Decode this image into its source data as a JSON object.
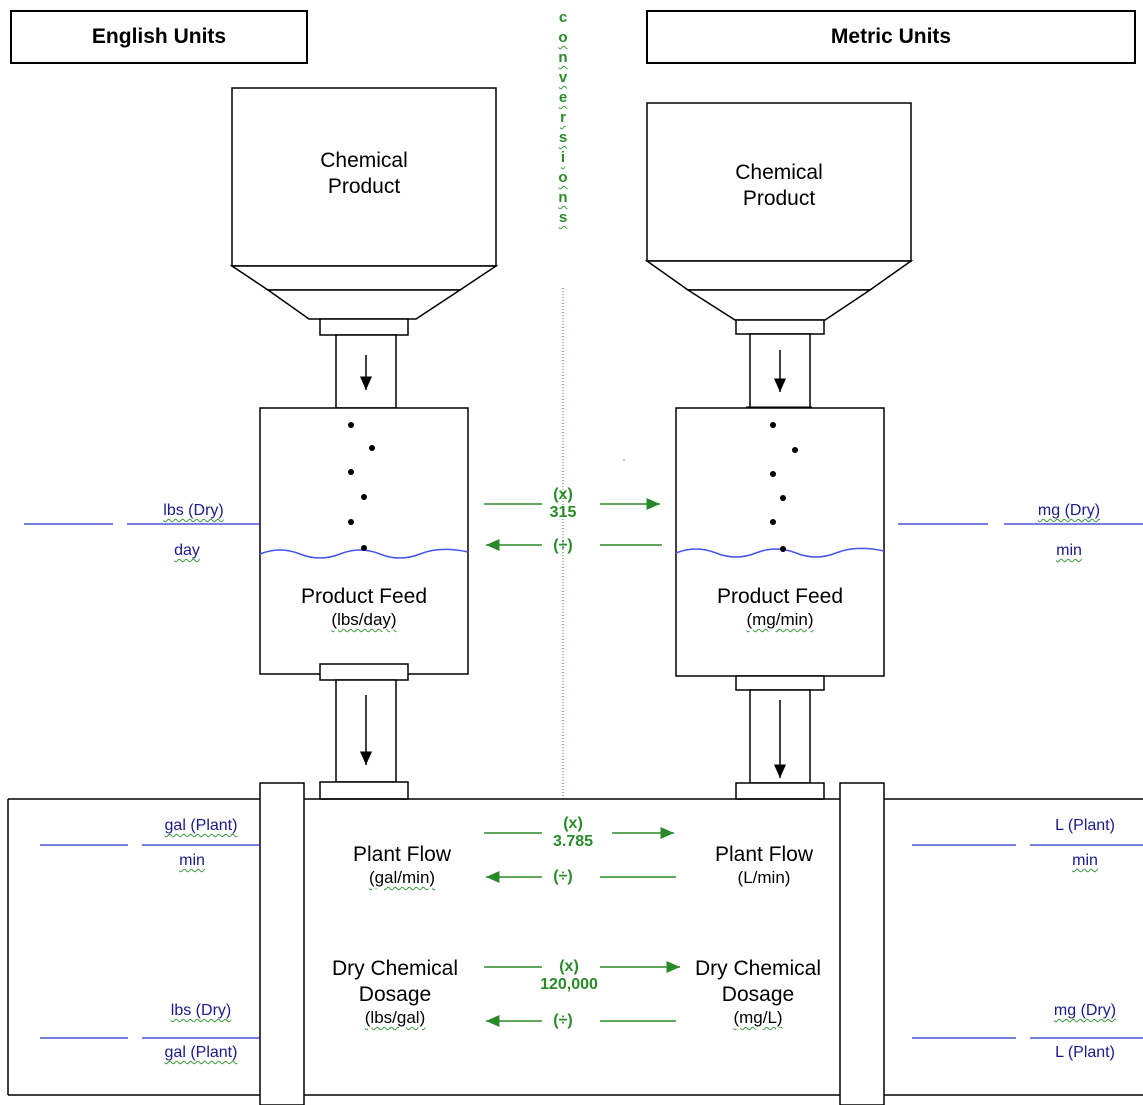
{
  "headers": {
    "english": "English Units",
    "metric": "Metric Units"
  },
  "conversions_label": "conversions",
  "conversions_letters": [
    "c",
    "o",
    "n",
    "v",
    "e",
    "r",
    "s",
    "i",
    "o",
    "n",
    "s"
  ],
  "hoppers": {
    "english": {
      "line1": "Chemical",
      "line2": "Product"
    },
    "metric": {
      "line1": "Chemical",
      "line2": "Product"
    }
  },
  "feed": {
    "english": {
      "title": "Product Feed",
      "units": "(lbs/day)"
    },
    "metric": {
      "title": "Product Feed",
      "units": "(mg/min)"
    },
    "factor_mult": "(x)",
    "factor_value": "315",
    "factor_div": "(÷)"
  },
  "flow": {
    "english": {
      "title": "Plant Flow",
      "units": "(gal/min)"
    },
    "metric": {
      "title": "Plant Flow",
      "units": "(L/min)"
    },
    "factor_mult": "(x)",
    "factor_value": "3.785",
    "factor_div": "(÷)"
  },
  "dosage": {
    "english": {
      "line1": "Dry Chemical",
      "line2": "Dosage",
      "units": "(lbs/gal)"
    },
    "metric": {
      "line1": "Dry Chemical",
      "line2": "Dosage",
      "units": "(mg/L)"
    },
    "factor_mult": "(x)",
    "factor_value": "120,000",
    "factor_div": "(÷)"
  },
  "fractions": {
    "feed_english": {
      "num": "lbs (Dry)",
      "den": "day"
    },
    "feed_metric": {
      "num": "mg (Dry)",
      "den": "min"
    },
    "flow_english": {
      "num": "gal (Plant)",
      "den": "min"
    },
    "flow_metric": {
      "num": "L (Plant)",
      "den": "min"
    },
    "dosage_english": {
      "num": "lbs (Dry)",
      "den": "gal (Plant)"
    },
    "dosage_metric": {
      "num": "mg (Dry)",
      "den": "L (Plant)"
    }
  },
  "colors": {
    "conversion": "#2a8a2a",
    "units": "#1a1a8c",
    "blank_line": "#2233cc",
    "liquid": "#4455ee"
  }
}
